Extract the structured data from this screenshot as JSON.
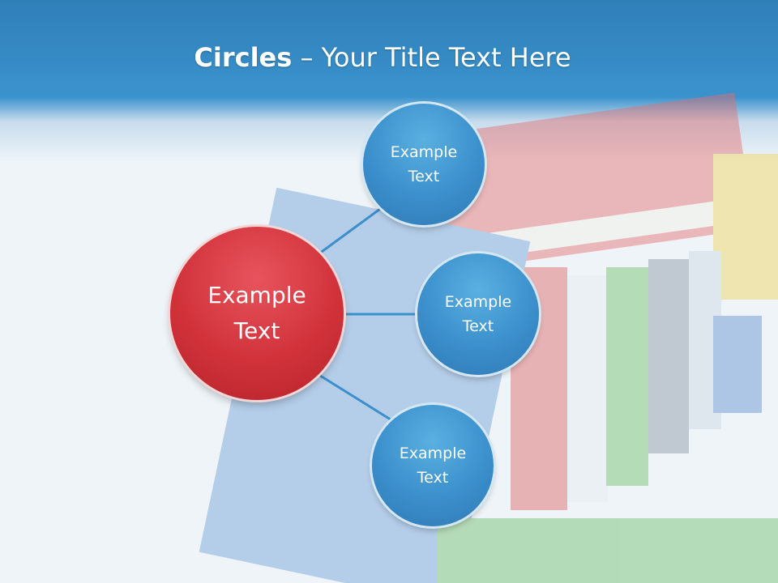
{
  "slide": {
    "title_bold": "Circles",
    "title_rest": " – Your Title Text Here"
  },
  "diagram": {
    "center": {
      "label": "Example\nText",
      "color": "#d1323a"
    },
    "satellites": [
      {
        "label": "Example\nText",
        "color": "#3b8fcc"
      },
      {
        "label": "Example\nText",
        "color": "#3b8fcc"
      },
      {
        "label": "Example\nText",
        "color": "#3b8fcc"
      }
    ],
    "connector_color": "#3b8fcc"
  }
}
